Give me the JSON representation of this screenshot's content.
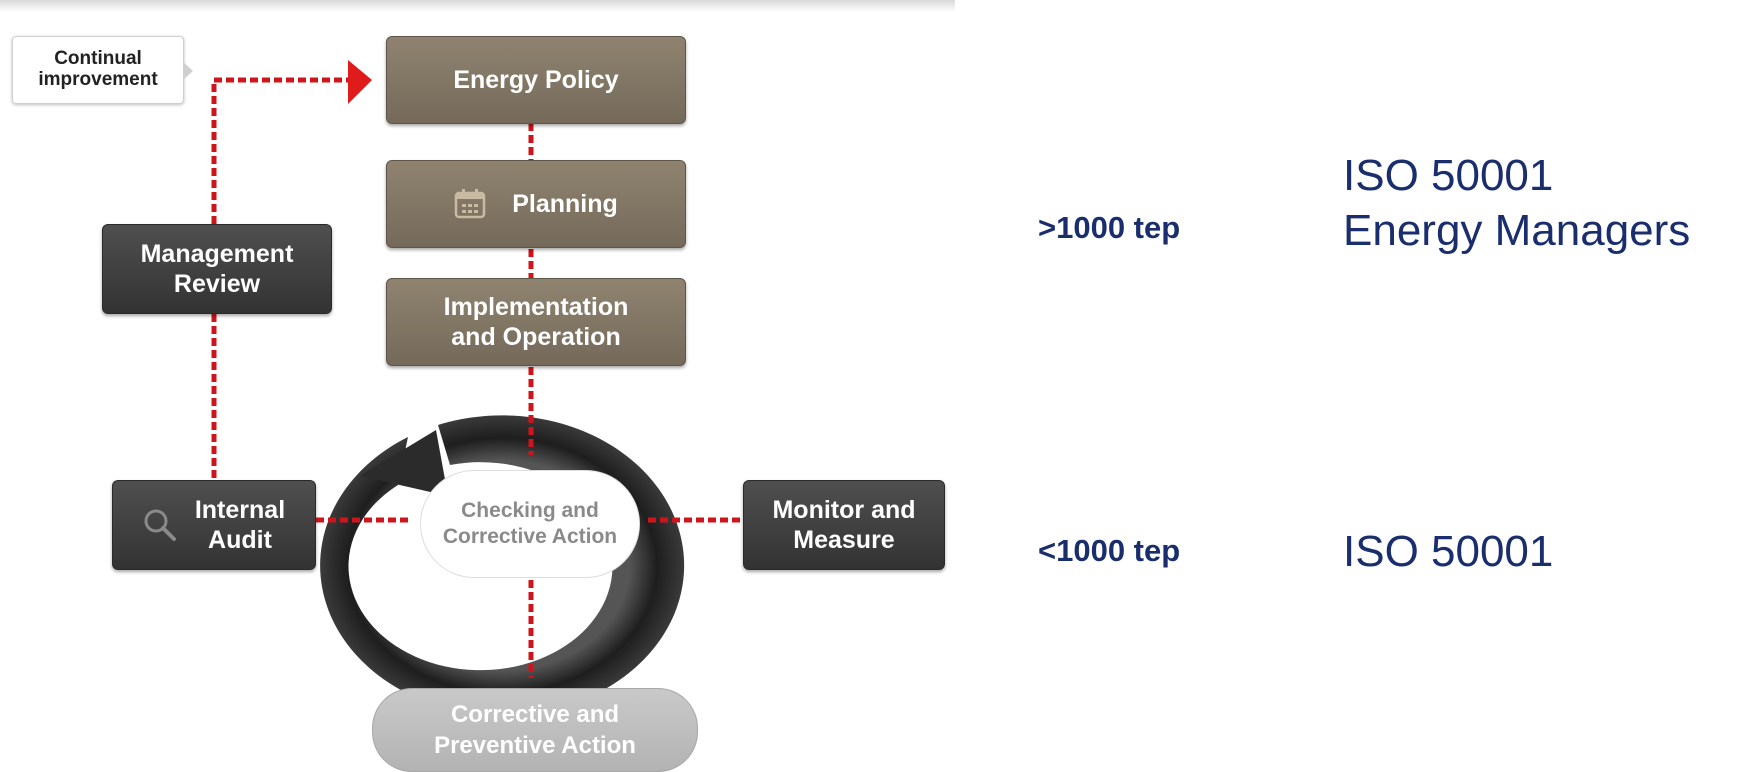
{
  "diagram": {
    "continual_improvement": "Continual\nimprovement",
    "energy_policy": "Energy Policy",
    "planning": "Planning",
    "implementation": "Implementation\nand Operation",
    "management_review": "Management\nReview",
    "internal_audit": "Internal\nAudit",
    "checking": "Checking and\nCorrective Action",
    "monitor_measure": "Monitor and\nMeasure",
    "corrective_preventive": "Corrective and\nPreventive Action",
    "icons": [
      "calendar-icon",
      "magnifier-icon",
      "circular-arrow-icon"
    ],
    "colors": {
      "connector": "#d0141b",
      "brown_box": "#7f7464",
      "dark_box": "#3e3e3e",
      "ring": "#2b2b2b"
    }
  },
  "right_panel": {
    "tiers": [
      {
        "threshold": ">1000 tep",
        "requirements": [
          "ISO 50001",
          "Energy Managers"
        ]
      },
      {
        "threshold": "<1000 tep",
        "requirements": [
          "ISO 50001"
        ]
      }
    ],
    "text_color": "#1a2e6e"
  }
}
